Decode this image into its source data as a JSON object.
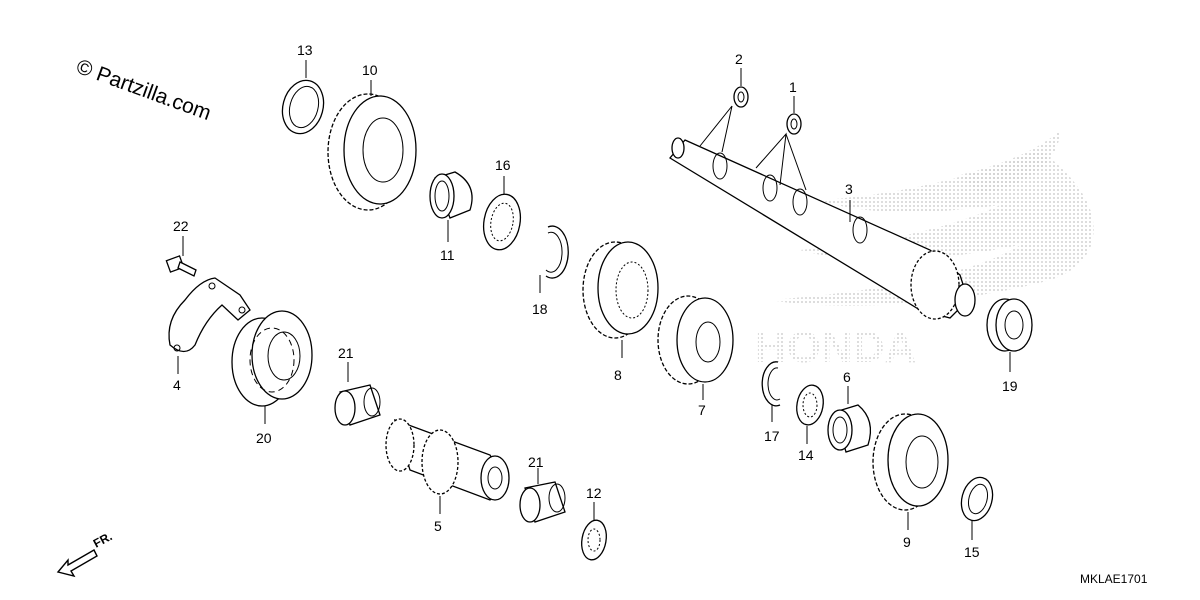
{
  "watermark": "© Partzilla.com",
  "diagram_code": "MKLAE1701",
  "front_indicator": "FR.",
  "callouts": [
    "1",
    "2",
    "3",
    "4",
    "5",
    "6",
    "7",
    "8",
    "9",
    "10",
    "11",
    "12",
    "13",
    "14",
    "15",
    "16",
    "17",
    "18",
    "19",
    "20",
    "21",
    "21",
    "22"
  ],
  "background_logo_text": "HONDA"
}
